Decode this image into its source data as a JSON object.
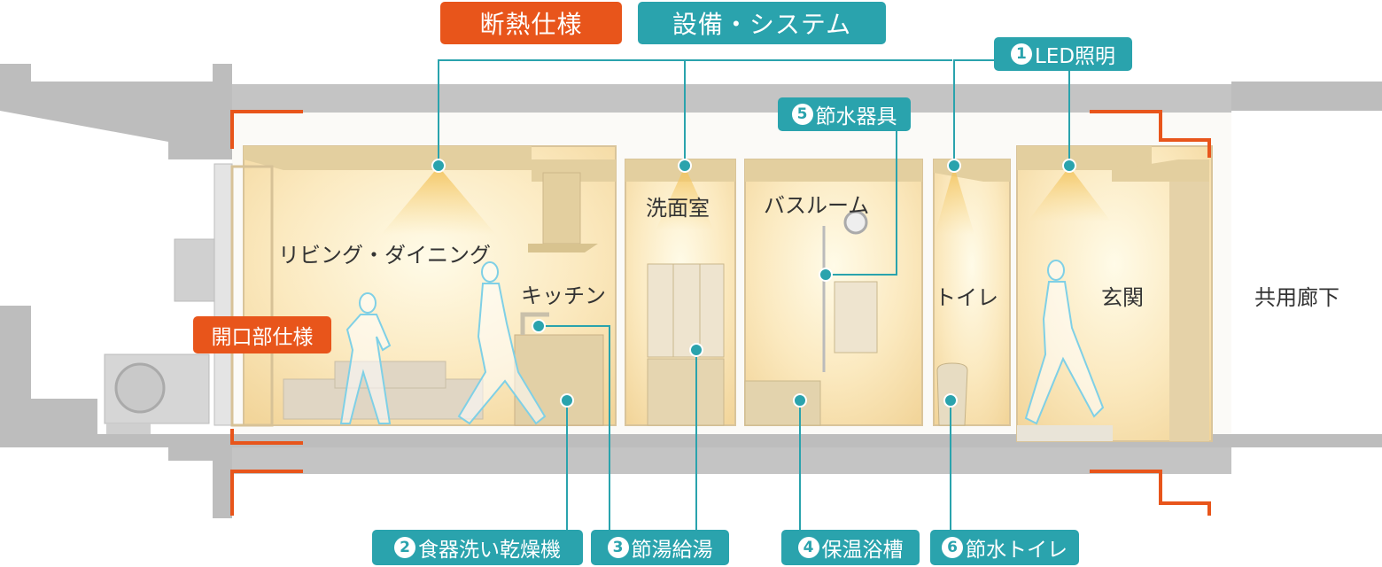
{
  "headers": {
    "insulation": "断熱仕様",
    "equipment": "設備・システム"
  },
  "opening_spec": "開口部仕様",
  "rooms": {
    "living": "リビング・ダイニング",
    "kitchen": "キッチン",
    "washroom": "洗面室",
    "bathroom": "バスルーム",
    "toilet": "トイレ",
    "entrance": "玄関",
    "corridor": "共用廊下"
  },
  "features": {
    "led": {
      "num": "1",
      "label": "LED照明"
    },
    "dishwasher": {
      "num": "2",
      "label": "食器洗い乾燥機"
    },
    "hot_water": {
      "num": "3",
      "label": "節湯給湯"
    },
    "bathtub": {
      "num": "4",
      "label": "保温浴槽"
    },
    "water_fixtures": {
      "num": "5",
      "label": "節水器具"
    },
    "water_toilet": {
      "num": "6",
      "label": "節水トイレ"
    }
  },
  "colors": {
    "insulation": "#e8551b",
    "equipment": "#2aa3ad",
    "concrete": "#bfbfbf"
  }
}
